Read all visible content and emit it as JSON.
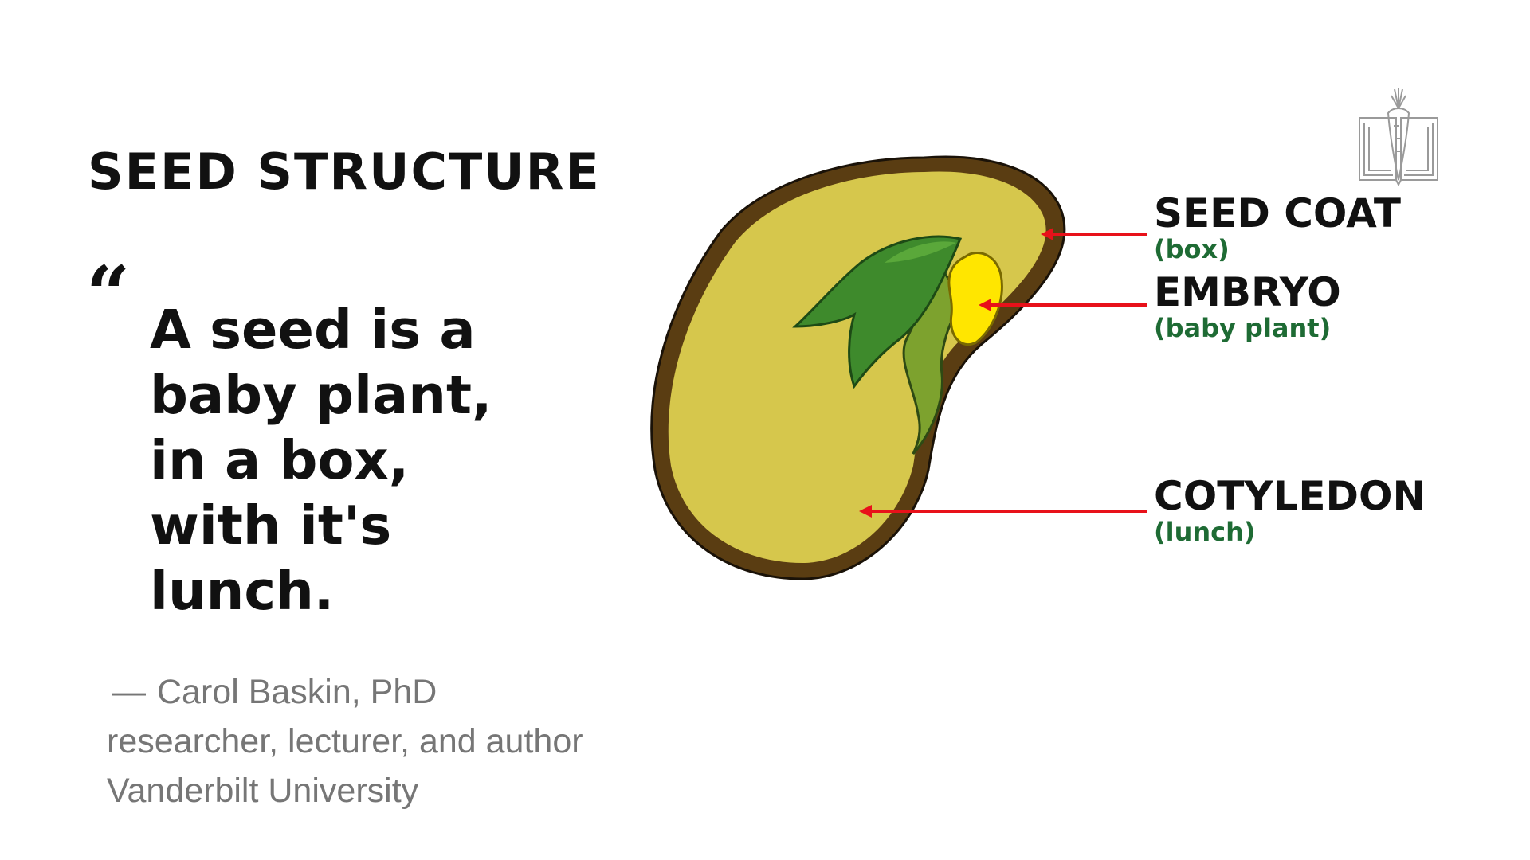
{
  "title": "SEED STRUCTURE",
  "quote": {
    "mark": "“",
    "lines": [
      "A seed is a",
      "baby plant,",
      "in a box,",
      "with it's",
      "lunch."
    ]
  },
  "attribution": {
    "dash": "—",
    "author": "Carol Baskin, PhD",
    "role": "researcher, lecturer, and author",
    "affiliation": "Vanderbilt University"
  },
  "diagram": {
    "labels": [
      {
        "name": "SEED COAT",
        "sub": "(box)"
      },
      {
        "name": "EMBRYO",
        "sub": "(baby plant)"
      },
      {
        "name": "COTYLEDON",
        "sub": "(lunch)"
      }
    ],
    "colors": {
      "seed_coat": "#5a3d12",
      "cotyledon": "#d6c74c",
      "leaf": "#3e8a2c",
      "stem": "#7da22e",
      "embryo_root": "#ffe600",
      "arrow": "#e8111a",
      "label_sub": "#1e6b34"
    }
  },
  "logo": {
    "icon": "book-carrot-icon"
  }
}
